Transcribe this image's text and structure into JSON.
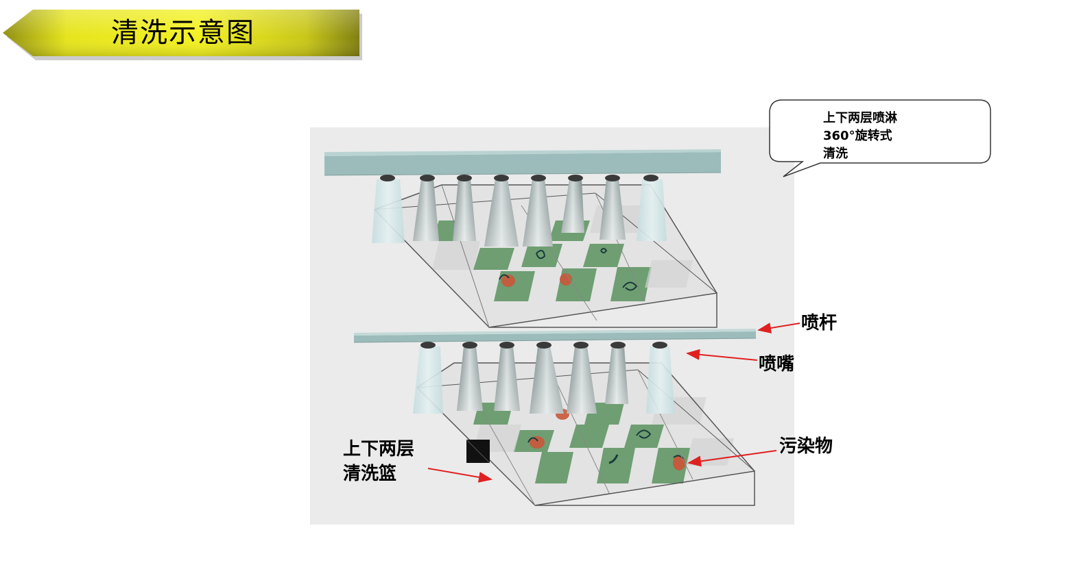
{
  "title": "清洗示意图",
  "callout": {
    "lines": [
      "上下两层喷淋",
      "360°旋转式",
      "清洗"
    ]
  },
  "labels": {
    "spray_bar": "喷杆",
    "nozzle": "喷嘴",
    "contaminant": "污染物",
    "basket_line1": "上下两层",
    "basket_line2": "清洗篮"
  },
  "colors": {
    "banner_main": "#e9e71c",
    "banner_dark": "#8a8a10",
    "background_panel": "#ebebeb",
    "spray_bar": "#9bbcbb",
    "nozzle": "#3a3a3a",
    "tray_item": "#6e9e72",
    "arrow": "#e02020"
  }
}
